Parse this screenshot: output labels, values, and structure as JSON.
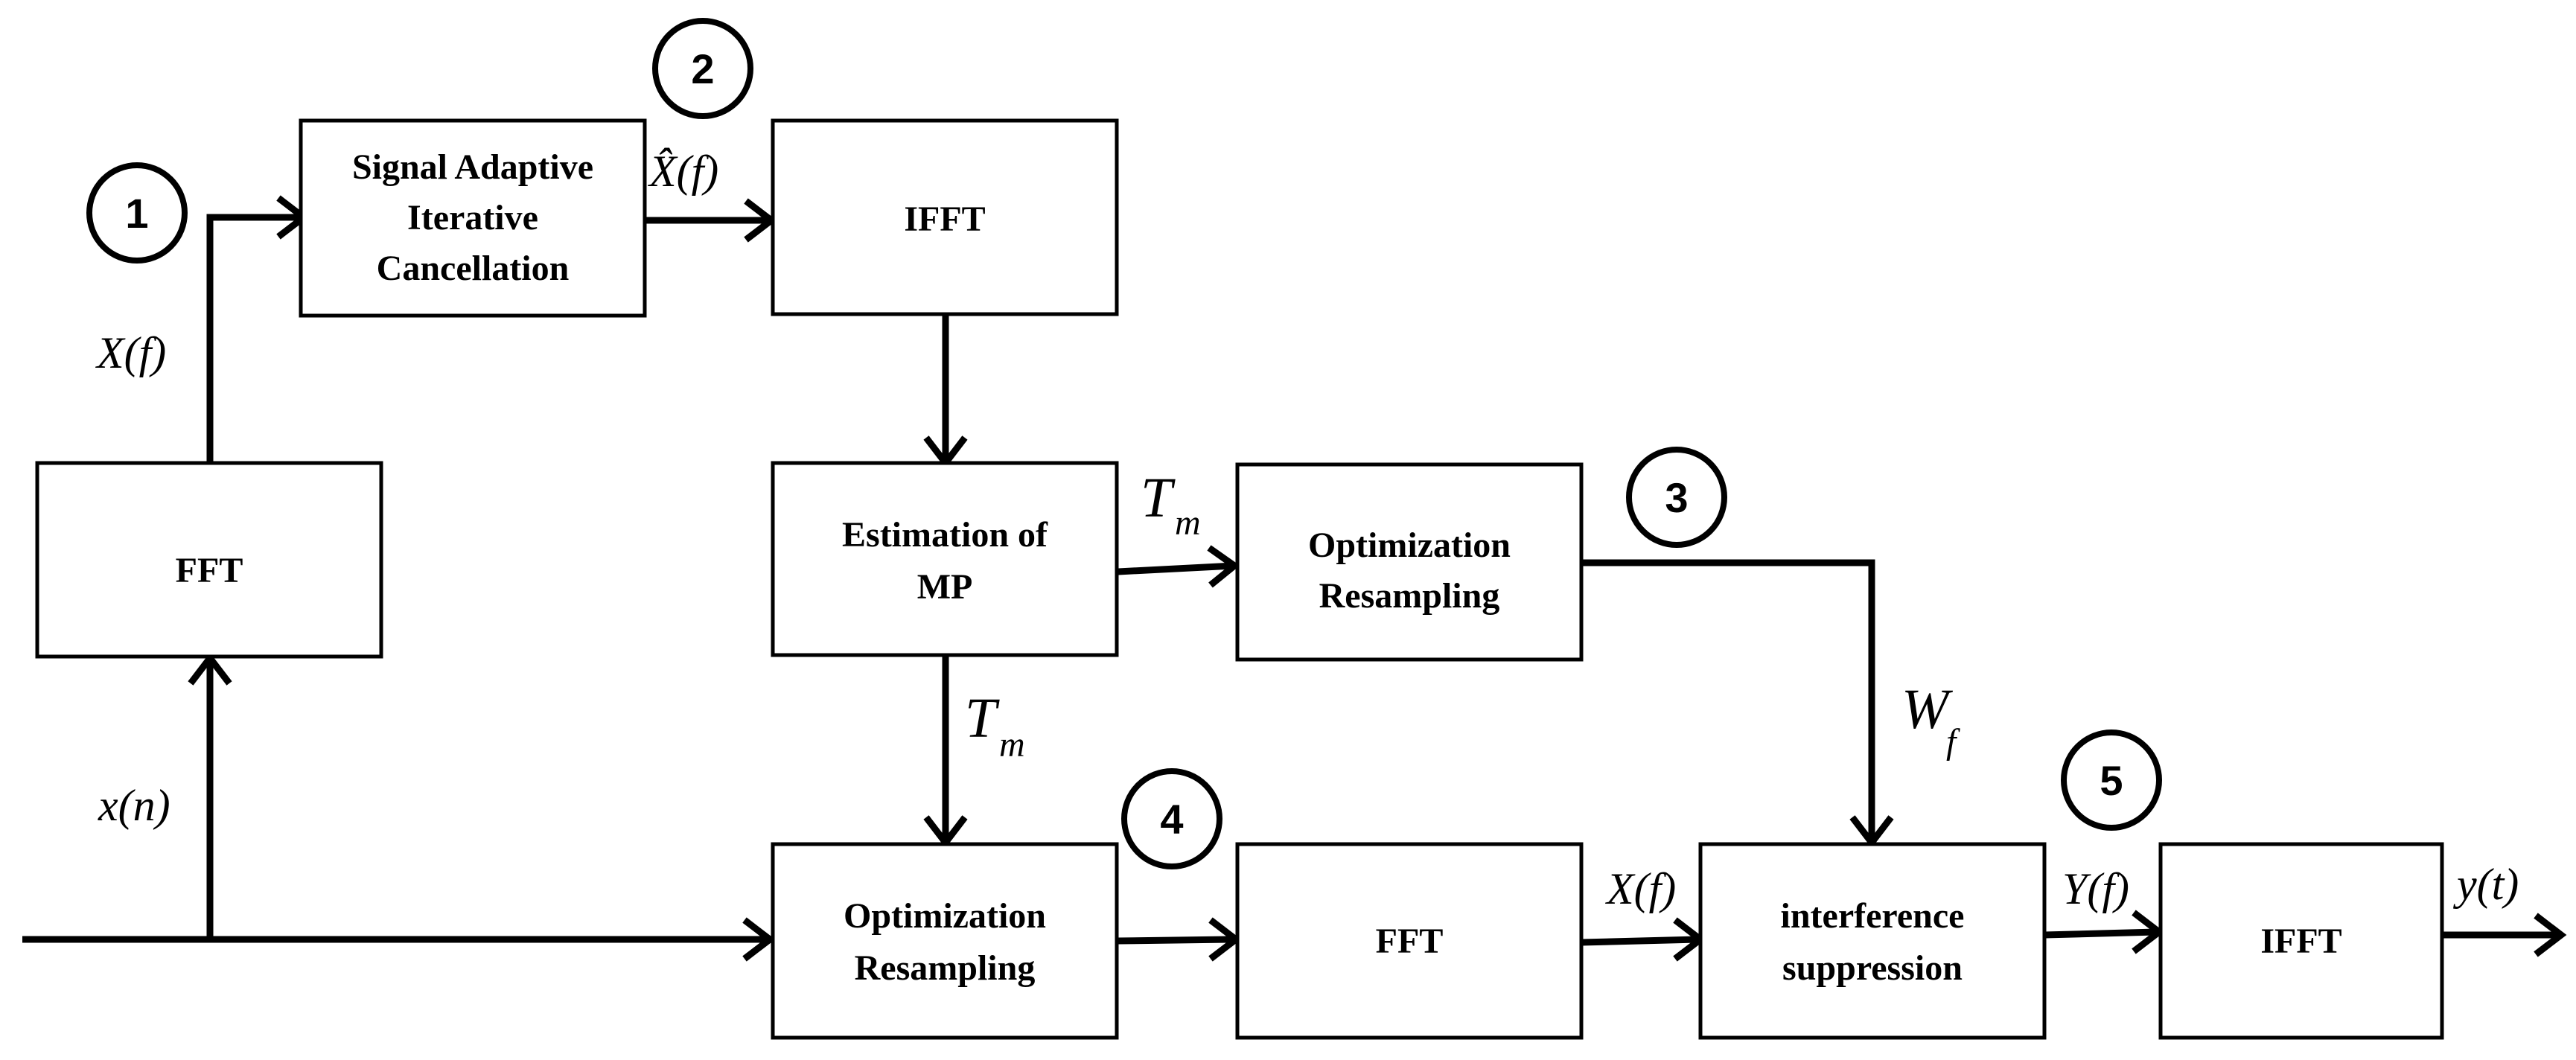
{
  "blocks": {
    "fft_top": "FFT",
    "saic": [
      "Signal Adaptive",
      "Iterative",
      "Cancellation"
    ],
    "ifft_top": "IFFT",
    "estimation": [
      "Estimation of",
      "MP"
    ],
    "opt_resampling_top": [
      "Optimization",
      "Resampling"
    ],
    "opt_resampling_bottom": [
      "Optimization",
      "Resampling"
    ],
    "fft_bottom": "FFT",
    "interference": [
      "interference",
      "suppression"
    ],
    "ifft_out": "IFFT"
  },
  "steps": [
    "1",
    "2",
    "3",
    "4",
    "5"
  ],
  "signals": {
    "x_n": "x(n)",
    "X_f_left": "X(f)",
    "X_hat_f": "X̂(f)",
    "T_m_right_main": "T",
    "T_m_right_sub": "m",
    "T_m_down_main": "T",
    "T_m_down_sub": "m",
    "W_f_main": "W",
    "W_f_sub": "f",
    "X_f_bottom": "X(f)",
    "Y_f": "Y(f)",
    "y_t": "y(t)"
  }
}
